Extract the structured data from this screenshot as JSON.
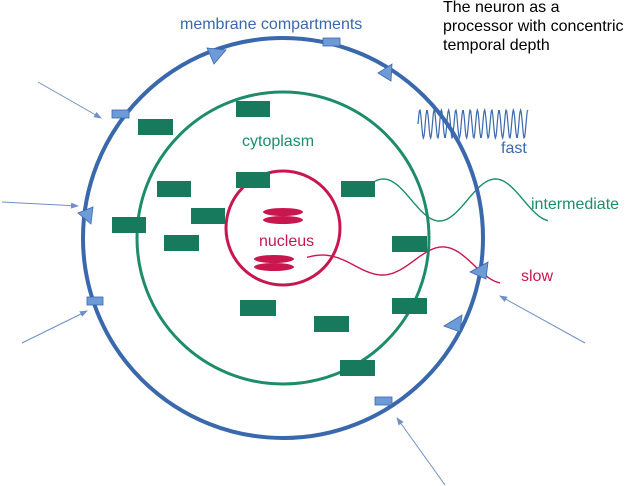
{
  "title_lines": [
    "The neuron as a",
    "processor with concentric",
    "temporal depth"
  ],
  "labels": {
    "membrane": "membrane compartments",
    "cytoplasm": "cytoplasm",
    "nucleus": "nucleus",
    "fast": "fast",
    "intermediate": "intermediate",
    "slow": "slow"
  },
  "colors": {
    "membrane": "#3a68ad",
    "membrane_marker": "#6d9bd8",
    "cytoplasm": "#1e8c6a",
    "cytoplasm_box": "#177a5d",
    "nucleus": "#c8174f",
    "input_arrow": "#6f8fc6",
    "fast_wave": "#3a68ad",
    "intermediate_wave": "#1e8c6a",
    "slow_wave": "#c8174f",
    "text": "#000000"
  },
  "icons": {
    "membrane_marker": "rectangle",
    "membrane_notch": "triangle-flag",
    "cytoplasm_element": "rectangle",
    "nucleus_element": "ellipse",
    "input": "arrow"
  }
}
